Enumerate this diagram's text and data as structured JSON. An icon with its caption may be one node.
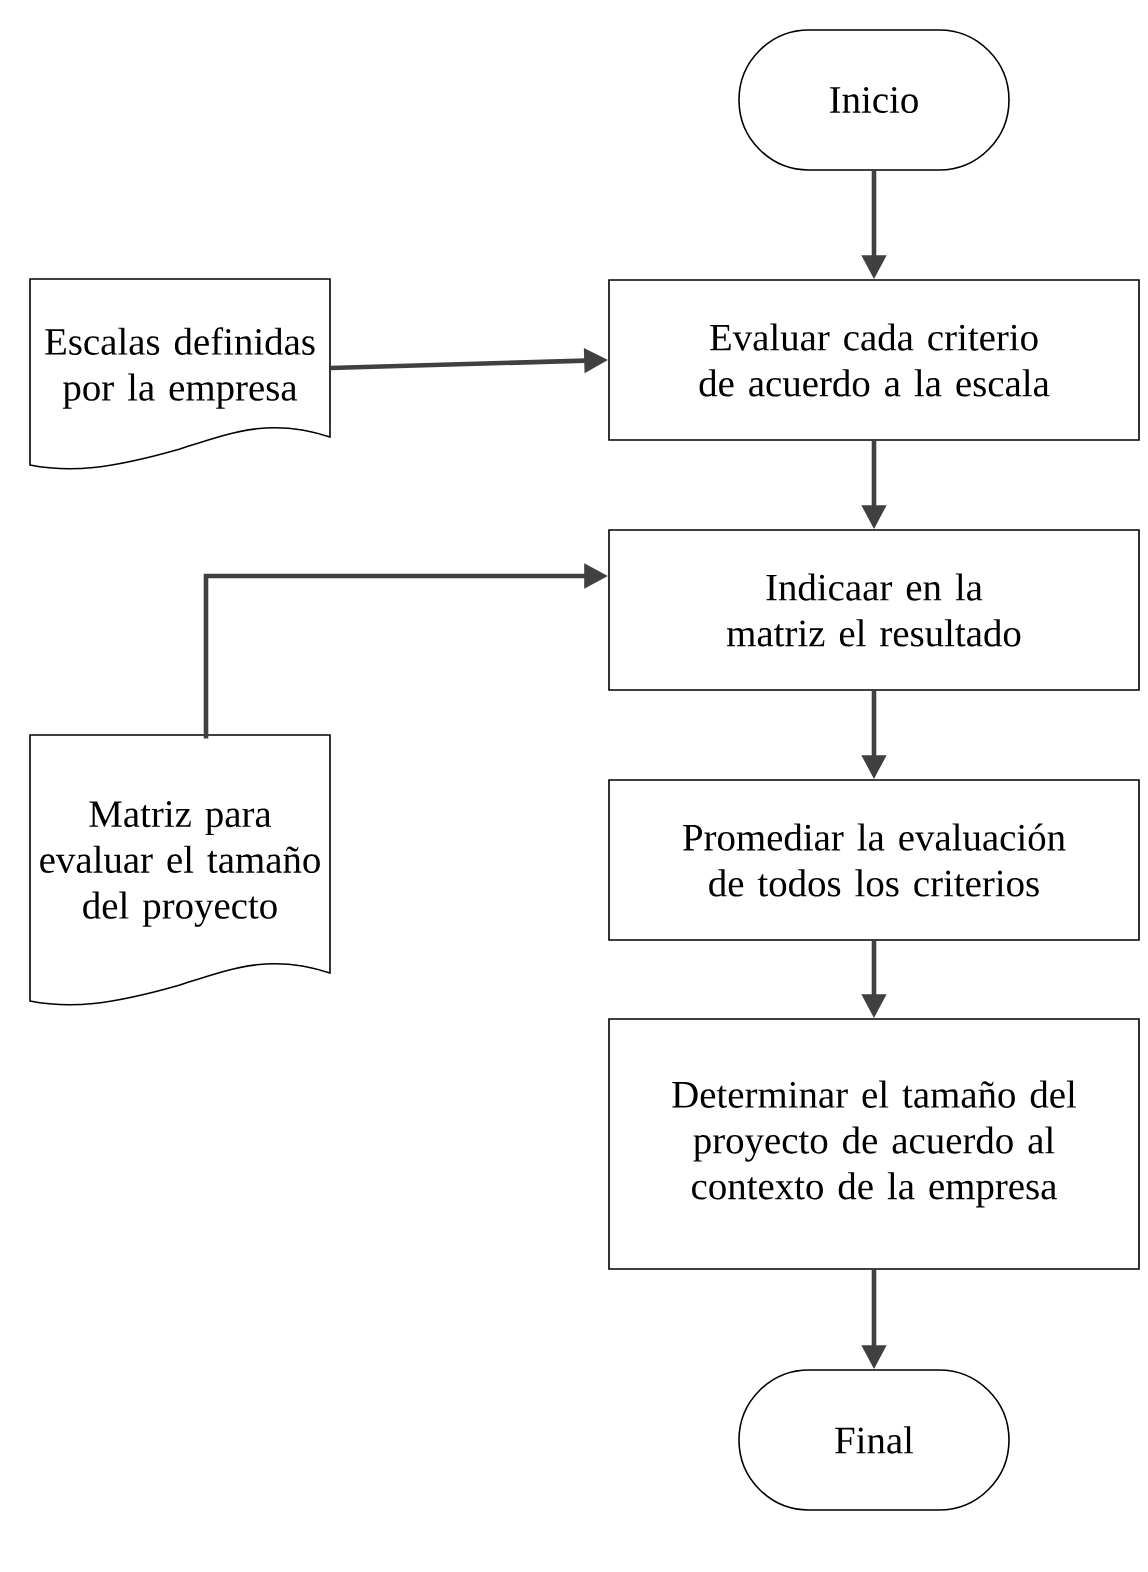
{
  "diagram": {
    "nodes": [
      {
        "text": [
          "Inicio"
        ]
      },
      {
        "text": [
          "Escalas definidas por la empresa"
        ]
      },
      {
        "text": [
          "Evaluar cada criterio de acuerdo a la escala"
        ]
      },
      {
        "text": [
          "Indicaar en la matriz el resultado"
        ]
      },
      {
        "text": [
          "Matriz para evaluar el tamaño del proyecto"
        ]
      },
      {
        "text": [
          "Promediar la evaluación de todos los criterios"
        ]
      },
      {
        "text": [
          "Determinar el tamaño del proyecto de acuerdo al contexto de la empresa"
        ]
      },
      {
        "text": [
          "Final"
        ]
      }
    ],
    "edges": [
      {
        "from": 0,
        "to": 2,
        "arrow": "to"
      },
      {
        "from": 1,
        "to": 2,
        "arrow": "to"
      },
      {
        "from": 2,
        "to": 3,
        "arrow": "to"
      },
      {
        "from": 4,
        "to": 3,
        "arrow": "to"
      },
      {
        "from": 3,
        "to": 5,
        "arrow": "to"
      },
      {
        "from": 5,
        "to": 6,
        "arrow": "to"
      },
      {
        "from": 6,
        "to": 7,
        "arrow": "to"
      }
    ]
  }
}
